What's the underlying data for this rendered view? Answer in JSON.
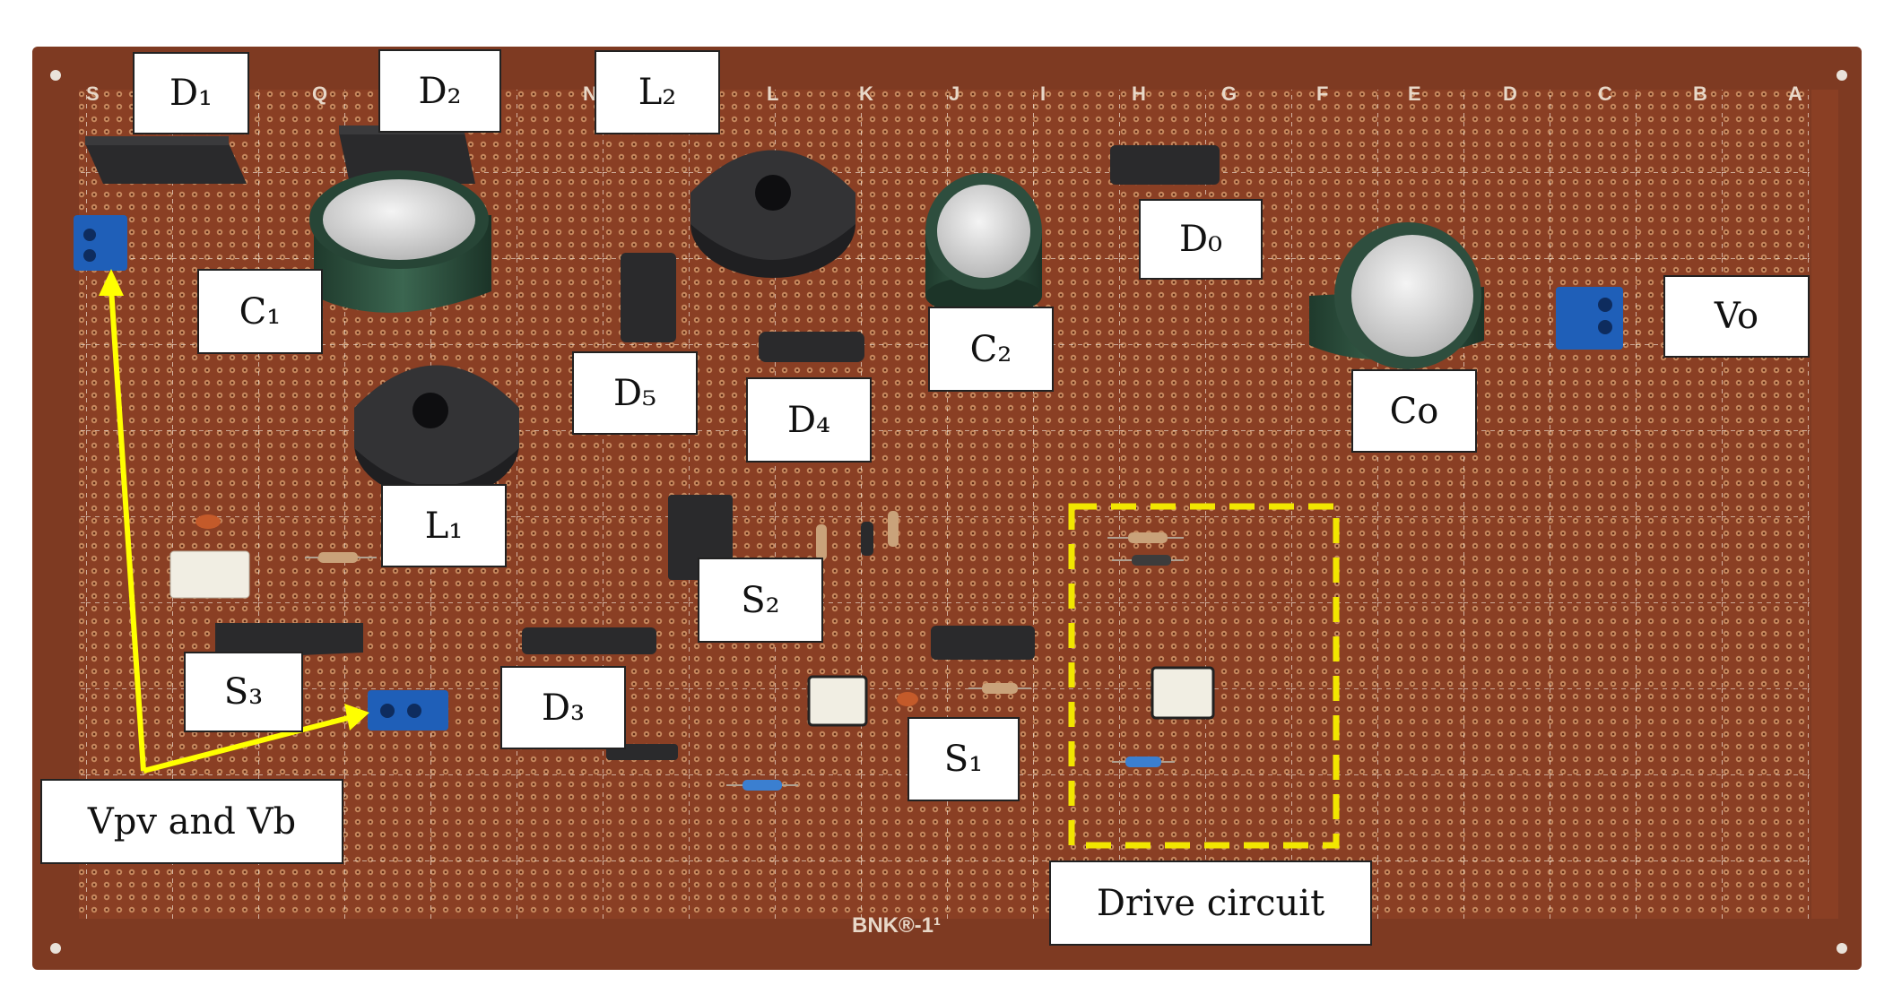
{
  "colors": {
    "board": "#8a3f24",
    "board_dark": "#5e2a17",
    "hole": "#c98a5f",
    "grid_line": "#f2e6da",
    "component_black": "#2a2a2c",
    "capacitor_green": "#2e4e3e",
    "terminal_blue": "#1f5fb8",
    "arrow_yellow": "#ffff00",
    "drive_box_yellow": "#f2e600"
  },
  "labels": {
    "d1": "D₁",
    "d2": "D₂",
    "l2": "L₂",
    "c1": "C₁",
    "d0": "D₀",
    "c2": "C₂",
    "vo": "Vo",
    "d5": "D₅",
    "d4": "D₄",
    "co": "Co",
    "l1": "L₁",
    "s2": "S₂",
    "s3": "S₃",
    "d3": "D₃",
    "s1": "S₁",
    "vpv_vb": "Vpv and Vb",
    "drive": "Drive circuit"
  },
  "board_silk": {
    "brand": "BNK®-1¹",
    "column_letters": [
      "S",
      "Q",
      "N",
      "L",
      "K",
      "J",
      "I",
      "H",
      "G",
      "F",
      "E",
      "D",
      "C",
      "B",
      "A"
    ]
  },
  "icons": [
    "inductor-toroid-icon",
    "electrolytic-capacitor-icon",
    "diode-package-icon",
    "screw-terminal-icon",
    "optocoupler-icon",
    "resistor-icon"
  ]
}
